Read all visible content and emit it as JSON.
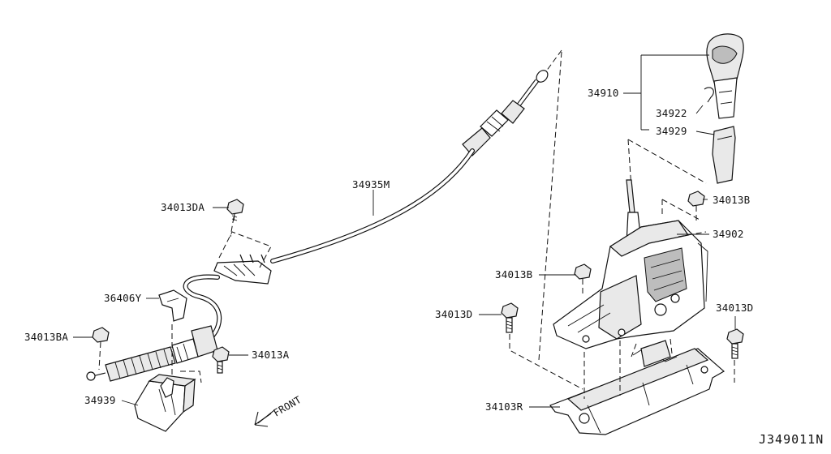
{
  "diagram": {
    "reference_code": "J349011N",
    "direction_label": "FRONT",
    "parts": [
      {
        "id": "shift_knob_assembly",
        "label": "34910"
      },
      {
        "id": "knob_clip",
        "label": "34922"
      },
      {
        "id": "knob_boot",
        "label": "34929"
      },
      {
        "id": "bolt_upper_right",
        "label": "34013B"
      },
      {
        "id": "shifter_housing",
        "label": "34902"
      },
      {
        "id": "bolt_center",
        "label": "34013B"
      },
      {
        "id": "bolt_left_lower",
        "label": "34013D"
      },
      {
        "id": "bolt_right_lower",
        "label": "34013D"
      },
      {
        "id": "mounting_bracket",
        "label": "34103R"
      },
      {
        "id": "control_cable",
        "label": "34935M"
      },
      {
        "id": "bolt_cable_clamp",
        "label": "34013DA"
      },
      {
        "id": "cable_clip",
        "label": "36406Y"
      },
      {
        "id": "bolt_cable_end",
        "label": "34013BA"
      },
      {
        "id": "bolt_bracket",
        "label": "34013A"
      },
      {
        "id": "cable_bracket",
        "label": "34939"
      }
    ]
  }
}
